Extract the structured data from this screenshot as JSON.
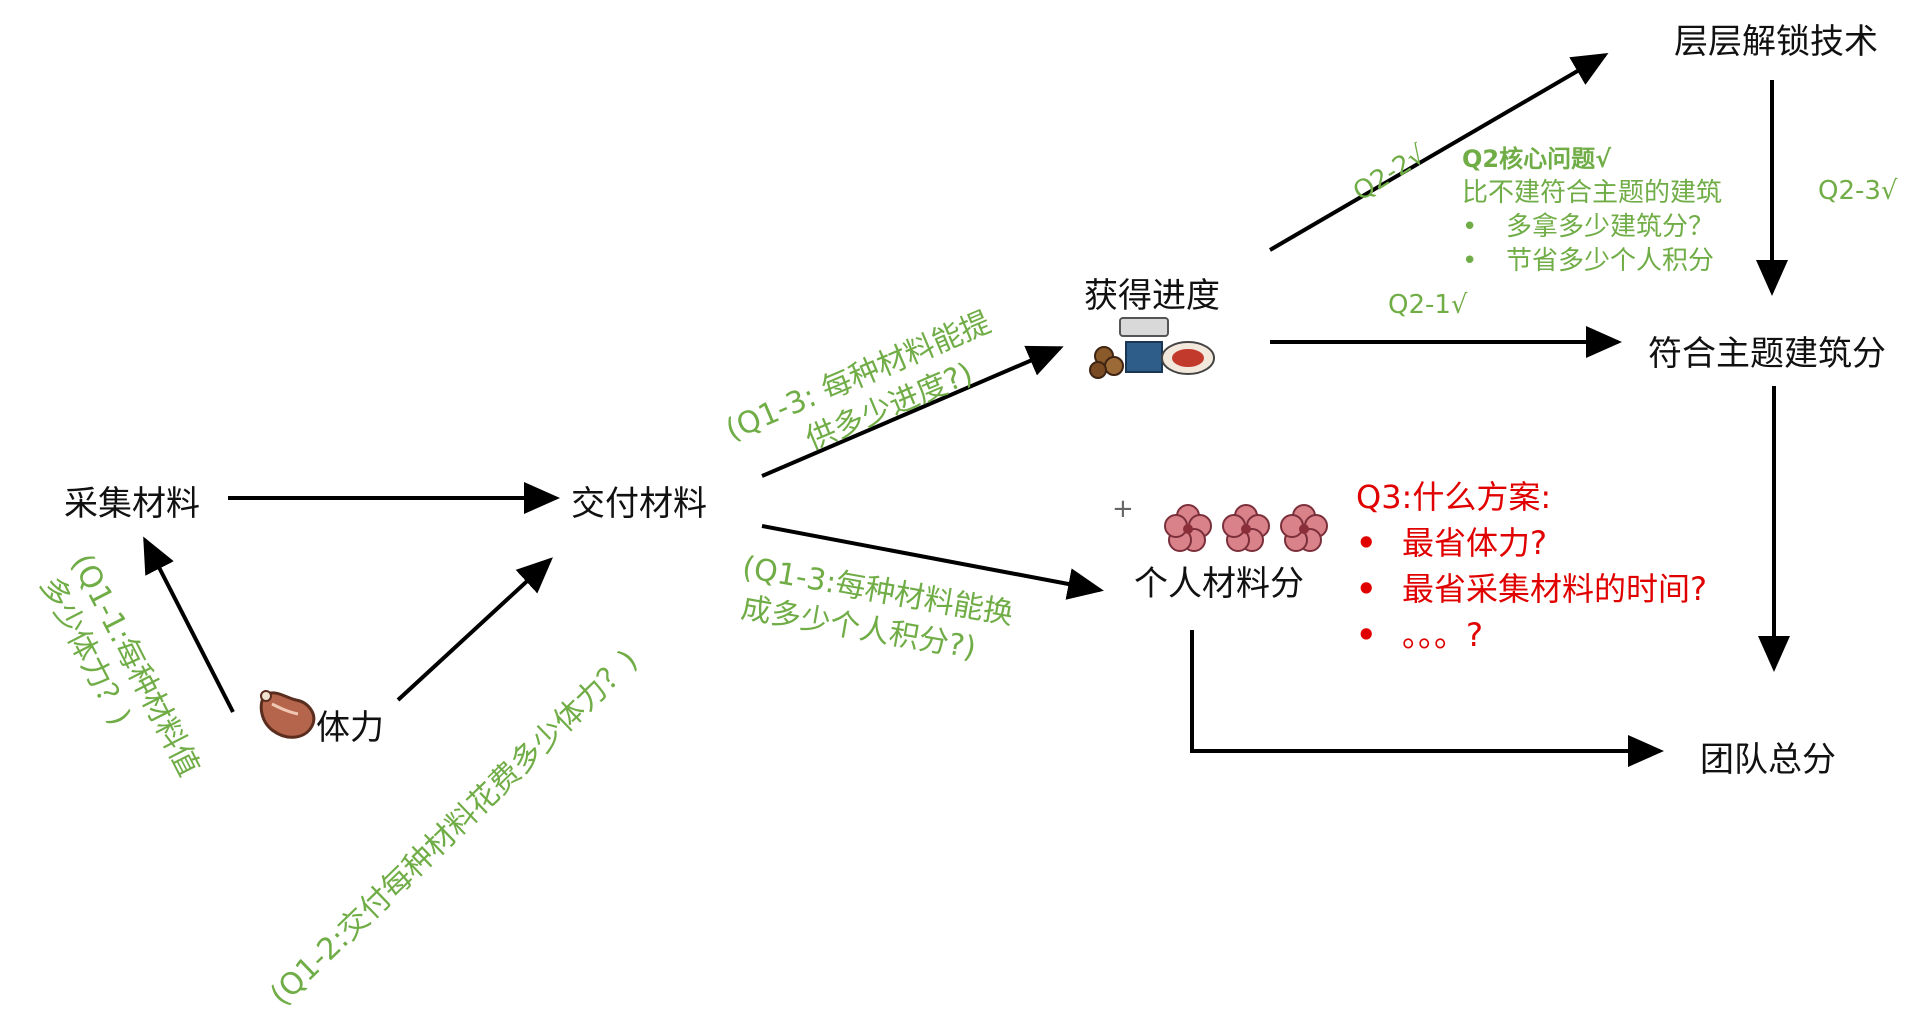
{
  "nodes": {
    "collect": "采集材料",
    "deliver": "交付材料",
    "stamina": "体力",
    "progress": "获得进度",
    "personal": "个人材料分",
    "unlock": "层层解锁技术",
    "theme": "符合主题建筑分",
    "team": "团队总分"
  },
  "labels": {
    "q1_1_a": "(Q1-1:每种材料值",
    "q1_1_b": "多少体力？)",
    "q1_2": "(Q1-2:交付每种材料花费多少体力？)",
    "q1_3_up_a": "(Q1-3: 每种材料能提",
    "q1_3_up_b": "供多少进度?)",
    "q1_3_down_a": "(Q1-3:每种材料能换",
    "q1_3_down_b": "成多少个人积分?)",
    "q2_1": "Q2-1√",
    "q2_2": "Q2-2√",
    "q2_3": "Q2-3√"
  },
  "q2_core": {
    "title": "Q2核心问题√",
    "line": "比不建符合主题的建筑",
    "items": [
      "多拿多少建筑分？",
      "节省多少个人积分"
    ]
  },
  "q3": {
    "title": "Q3:什么方案:",
    "items": [
      "最省体力?",
      "最省采集材料的时间?",
      "。。。?"
    ]
  },
  "plus_sign": "+",
  "colors": {
    "green": "#70ad47",
    "red": "#e00000",
    "arrow": "#000000"
  },
  "icons": [
    "meat-icon",
    "materials-bundle-icon",
    "flower-icon"
  ]
}
